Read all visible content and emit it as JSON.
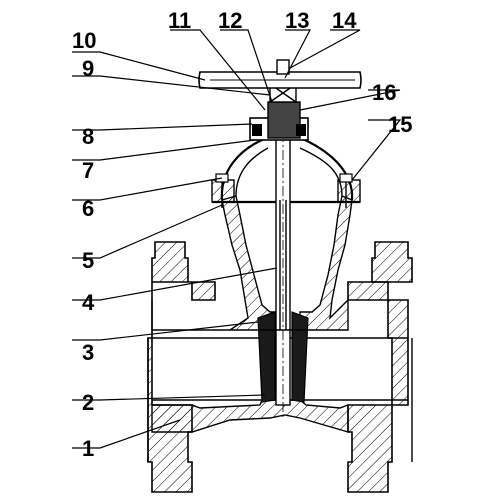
{
  "diagram": {
    "callouts": [
      "1",
      "2",
      "3",
      "4",
      "5",
      "6",
      "7",
      "8",
      "9",
      "10",
      "11",
      "12",
      "13",
      "14",
      "15",
      "16"
    ],
    "colors": {
      "ink": "#000000",
      "background": "#ffffff",
      "bonnet_nut": "#444444",
      "wedge": "#1a1a1a"
    }
  }
}
